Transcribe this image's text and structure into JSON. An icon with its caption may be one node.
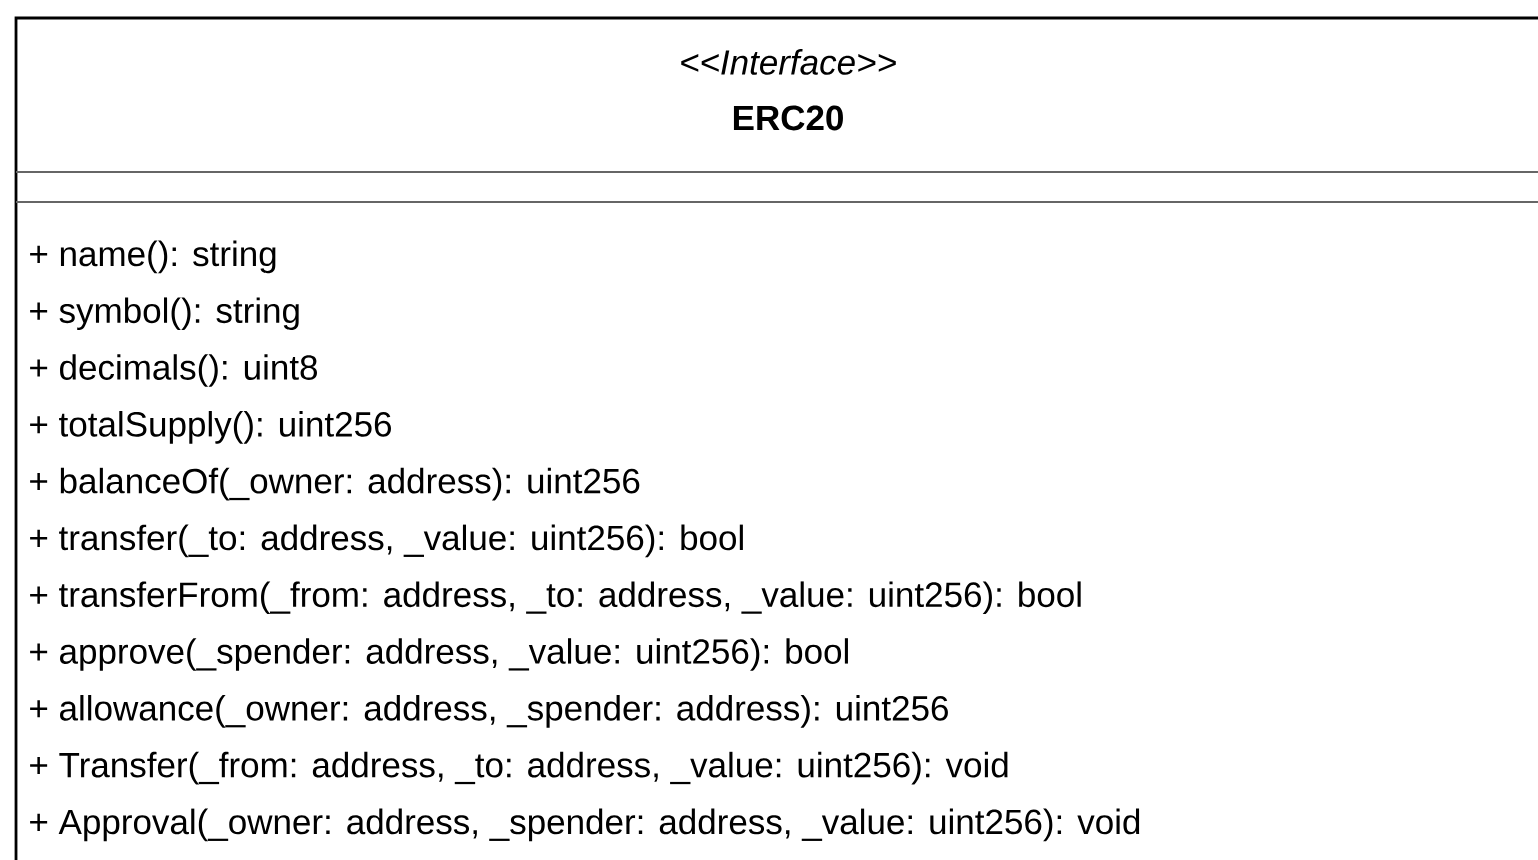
{
  "diagram": {
    "nodes": [
      {
        "text": [
          "<<Interface>>",
          "ERC20",
          "+ name(): string",
          "+ symbol(): string",
          "+ decimals(): uint8",
          "+ totalSupply(): uint256",
          "+ balanceOf(_owner: address): uint256",
          "+ transfer(_to: address, _value: uint256): bool",
          "+ transferFrom(_from: address, _to: address, _value: uint256): bool",
          "+ approve(_spender: address, _value: uint256): bool",
          "+ allowance(_owner: address, _spender: address): uint256",
          "+ Transfer(_from: address, _to: address, _value: uint256): void",
          "+ Approval(_owner: address, _spender: address, _value: uint256): void"
        ]
      }
    ]
  }
}
